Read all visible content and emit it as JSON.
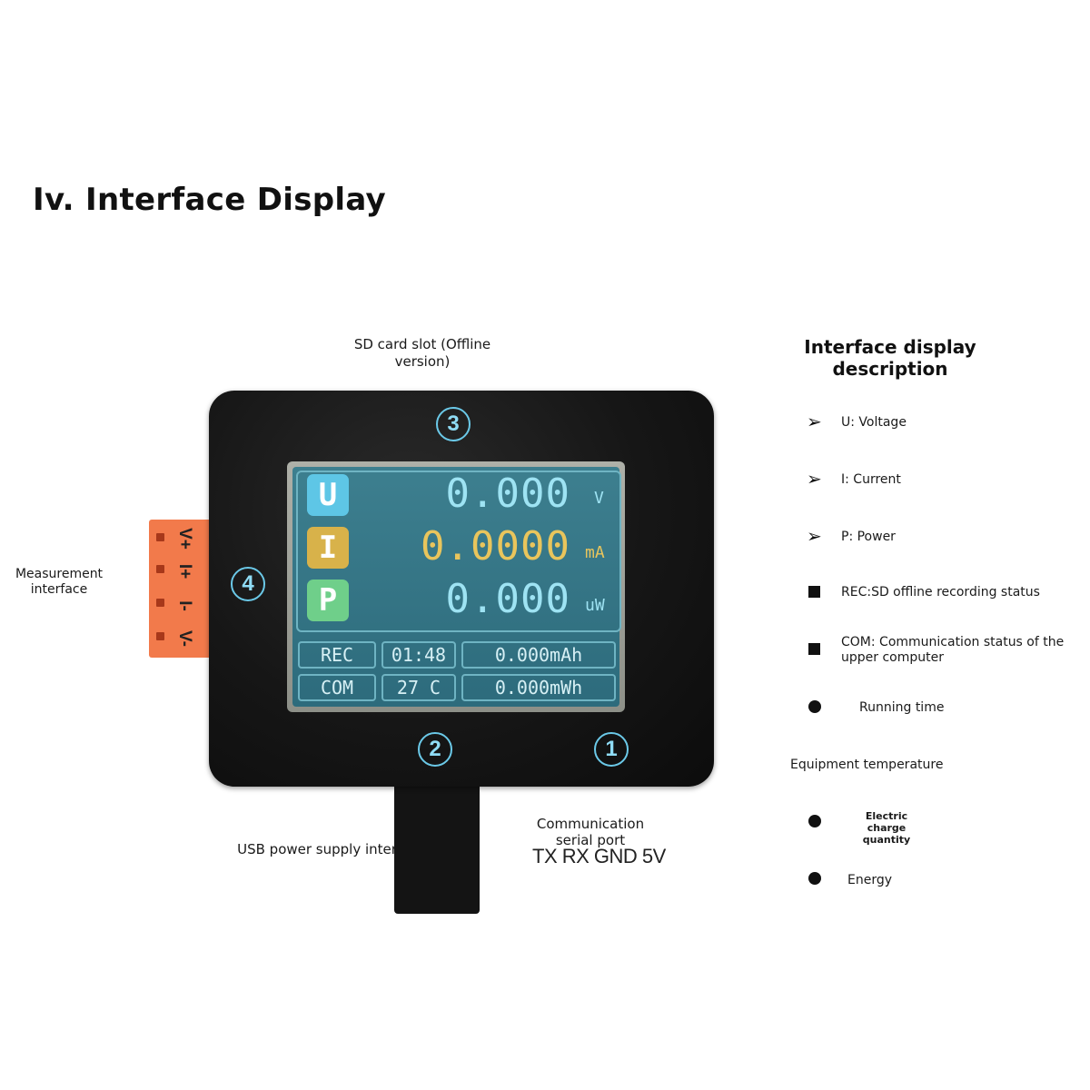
{
  "title": "Iv. Interface Display",
  "labels": {
    "sd_card": "SD card slot (Offline version)",
    "measurement": "Measurement interface",
    "usb": "USB power supply interface",
    "comm": "Communication serial port",
    "comm_pins": "TX RX GND 5V"
  },
  "terminal_pins": [
    "V+",
    "I+",
    "I-",
    "V-"
  ],
  "markers": {
    "one": "1",
    "two": "2",
    "three": "3",
    "four": "4"
  },
  "screen": {
    "readings": [
      {
        "tag": "U",
        "value": "0.000",
        "unit": "V",
        "tag_color": "#5ec6e6",
        "value_color": "#9ee3f3"
      },
      {
        "tag": "I",
        "value": "0.0000",
        "unit": "mA",
        "tag_color": "#d8b24a",
        "value_color": "#e9c55c"
      },
      {
        "tag": "P",
        "value": "0.000",
        "unit": "uW",
        "tag_color": "#6fcf8a",
        "value_color": "#9ee3f3"
      }
    ],
    "status": {
      "rec": "REC",
      "com": "COM",
      "time": "01:48",
      "temp": "27 C",
      "charge": "0.000mAh",
      "energy": "0.000mWh"
    }
  },
  "legend": {
    "title": "Interface display description",
    "items": [
      {
        "text": "U: Voltage",
        "marker": "arrow-icon"
      },
      {
        "text": "I: Current",
        "marker": "arrow-icon"
      },
      {
        "text": "P: Power",
        "marker": "arrow-icon"
      },
      {
        "text": "REC:SD offline recording status",
        "marker": "square-icon"
      },
      {
        "text": "COM: Communication status of the upper computer",
        "marker": "square-icon"
      },
      {
        "text": "Running time",
        "marker": "dot-icon"
      },
      {
        "text": "Equipment temperature",
        "marker": "none"
      },
      {
        "text": "Electric charge quantity",
        "marker": "dot-icon"
      },
      {
        "text": "Energy",
        "marker": "dot-icon"
      }
    ]
  },
  "colors": {
    "accent": "#6bc9e8",
    "terminal": "#f27a4b",
    "screen": "#2d6b7c"
  }
}
